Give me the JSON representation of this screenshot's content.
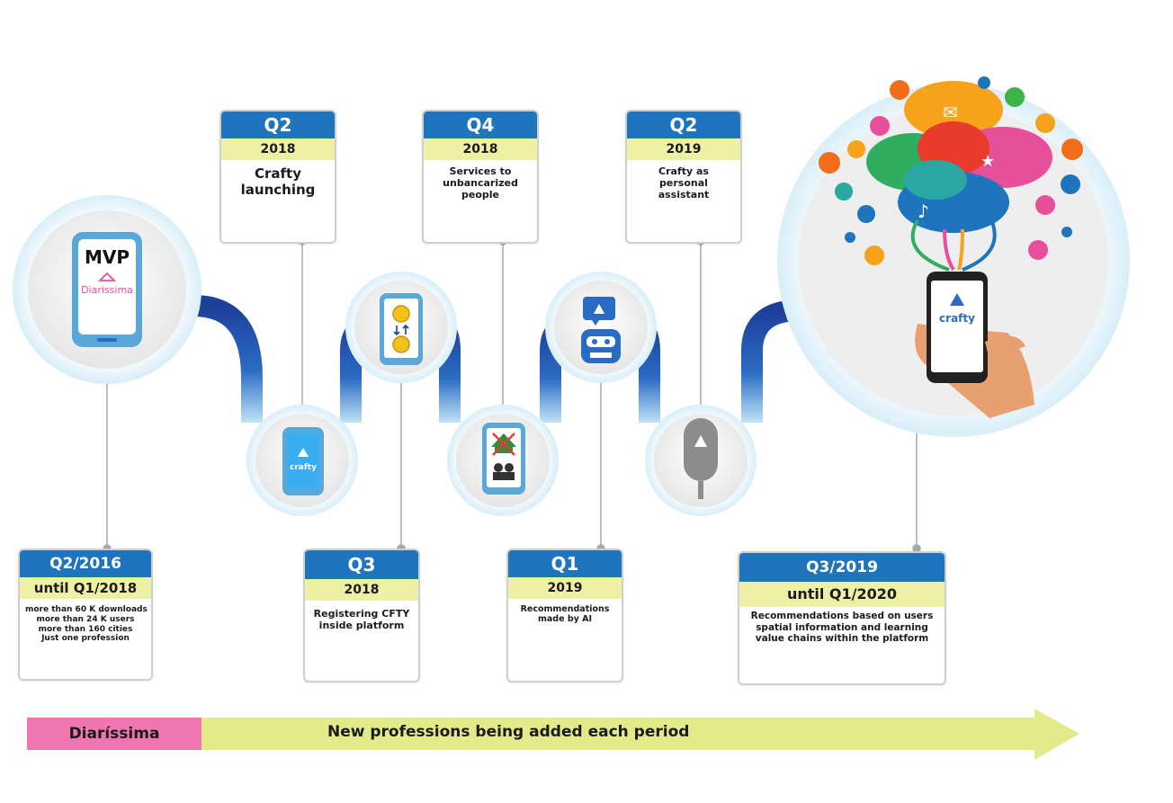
{
  "cards": {
    "q2_2016": {
      "quarter": "Q2/2016",
      "year": "until Q1/2018",
      "lines": [
        "more than 60 K downloads",
        "more than 24 K users",
        "more than 160 cities",
        "Just one profession"
      ]
    },
    "q2_2018": {
      "quarter": "Q2",
      "year": "2018",
      "lines": [
        "Crafty",
        "launching"
      ]
    },
    "q3_2018": {
      "quarter": "Q3",
      "year": "2018",
      "lines": [
        "Registering CFTY",
        "inside platform"
      ]
    },
    "q4_2018": {
      "quarter": "Q4",
      "year": "2018",
      "lines": [
        "Services to",
        "unbancarized",
        "people"
      ]
    },
    "q1_2019": {
      "quarter": "Q1",
      "year": "2019",
      "lines": [
        "Recommendations",
        "made by AI"
      ]
    },
    "q2_2019": {
      "quarter": "Q2",
      "year": "2019",
      "lines": [
        "Crafty as",
        "personal",
        "assistant"
      ]
    },
    "q3_2019": {
      "quarter": "Q3/2019",
      "year": "until Q1/2020",
      "lines": [
        "Recommendations based on users",
        "spatial information and learning",
        "value chains within the platform"
      ]
    }
  },
  "phones": {
    "mvp_title": "MVP",
    "mvp_brand": "Diarissima",
    "crafty_brand": "crafty"
  },
  "bottom_bar": {
    "left_label": "Diaríssima",
    "arrow_label": "New professions being added each period"
  },
  "colors": {
    "primary_blue": "#1e74bd",
    "year_yellow": "#eef0a6",
    "pink": "#f075b0",
    "arrow_green": "#e3ea8a"
  }
}
